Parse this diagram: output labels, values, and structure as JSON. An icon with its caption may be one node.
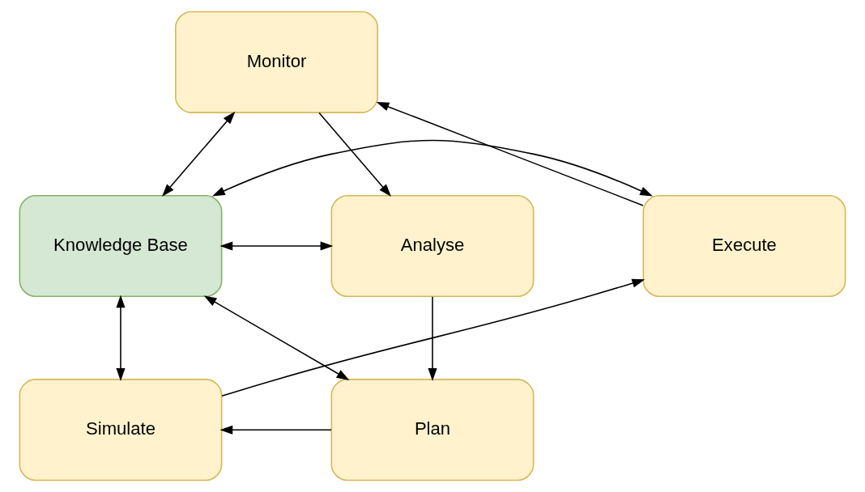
{
  "diagram": {
    "nodes": [
      {
        "text": [
          "Monitor"
        ]
      },
      {
        "text": [
          "Execute"
        ]
      },
      {
        "text": [
          "Knowledge Base"
        ]
      },
      {
        "text": [
          "Analyse"
        ]
      },
      {
        "text": [
          "Simulate"
        ]
      },
      {
        "text": [
          "Plan"
        ]
      }
    ],
    "edges": [
      {
        "from": 0,
        "to": 3,
        "arrow": "to"
      },
      {
        "from": 3,
        "to": 5,
        "arrow": "to"
      },
      {
        "from": 5,
        "to": 4,
        "arrow": "to"
      },
      {
        "from": 4,
        "to": 1,
        "arrow": "to"
      },
      {
        "from": 1,
        "to": 0,
        "arrow": "to"
      },
      {
        "from": 0,
        "to": 2,
        "arrow": "both"
      },
      {
        "from": 1,
        "to": 2,
        "arrow": "both"
      },
      {
        "from": 2,
        "to": 3,
        "arrow": "both"
      },
      {
        "from": 2,
        "to": 4,
        "arrow": "both"
      },
      {
        "from": 2,
        "to": 5,
        "arrow": "both"
      }
    ]
  }
}
